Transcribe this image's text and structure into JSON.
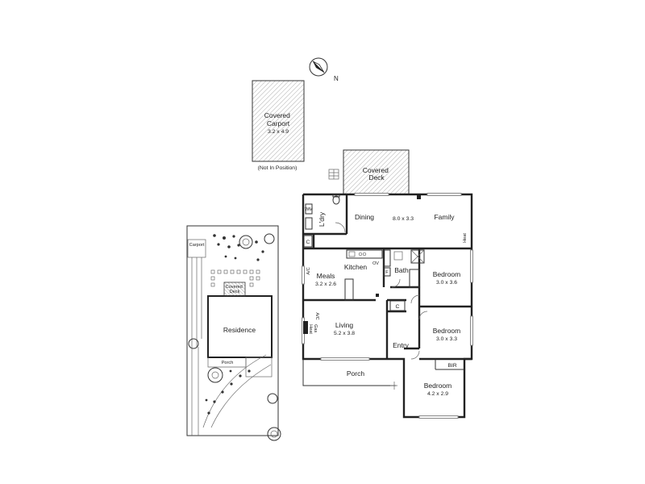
{
  "plan": {
    "north": "N",
    "carport": {
      "name": "Covered\nCarport",
      "size": "3.2 x 4.9",
      "note": "(Not In Position)"
    },
    "covered_deck": {
      "name": "Covered\nDeck"
    },
    "rooms": {
      "dining": {
        "name": "Dining",
        "size": "8.0 x 3.3"
      },
      "family": {
        "name": "Family"
      },
      "ldry": {
        "name": "L'dry"
      },
      "kitchen": {
        "name": "Kitchen"
      },
      "meals": {
        "name": "Meals",
        "size": "3.2 x 2.6"
      },
      "bath": {
        "name": "Bath"
      },
      "bedroom1": {
        "name": "Bedroom",
        "size": "3.0 x 3.6"
      },
      "bedroom2": {
        "name": "Bedroom",
        "size": "3.0 x 3.3"
      },
      "bedroom3": {
        "name": "Bedroom",
        "size": "4.2 x 2.9"
      },
      "living": {
        "name": "Living",
        "size": "5.2 x 3.8"
      },
      "entry": {
        "name": "Entry"
      },
      "porch": {
        "name": "Porch"
      },
      "bir": {
        "name": "BIR"
      }
    },
    "fixtures": {
      "heat": "Heat",
      "ac_meals": "A/C",
      "ac_living": "A/C",
      "gas_heat": "Gas\nHeat",
      "ov": "OV",
      "fridge": "F",
      "cupboard_ldry": "C",
      "cupboard_entry": "C",
      "washer": "WM"
    }
  },
  "site": {
    "carport": "Carport",
    "covered_deck": "Covered\nDeck",
    "residence": "Residence",
    "porch": "Porch"
  }
}
